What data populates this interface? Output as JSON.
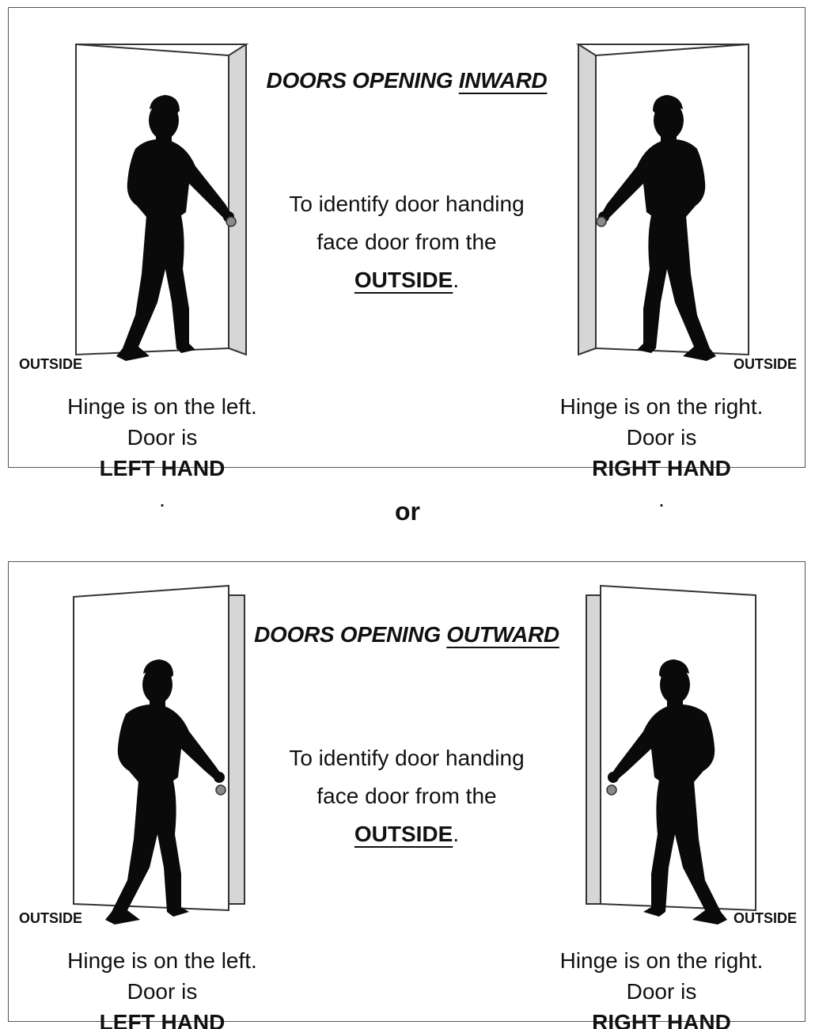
{
  "panels": {
    "inward": {
      "heading_prefix": "DOORS OPENING ",
      "heading_emph": "INWARD",
      "instr_line1": "To identify door handing",
      "instr_line2": "face door from the",
      "instr_emph": "OUTSIDE",
      "instr_period": ".",
      "outside_left": "OUTSIDE",
      "outside_right": "OUTSIDE",
      "left_caption_line1": "Hinge is on the left.",
      "left_caption_prefix": "Door is ",
      "left_caption_bold": "LEFT HAND",
      "left_caption_end": ".",
      "right_caption_line1": "Hinge is on the right.",
      "right_caption_prefix": "Door is ",
      "right_caption_bold": "RIGHT HAND",
      "right_caption_end": "."
    },
    "outward": {
      "heading_prefix": "DOORS OPENING ",
      "heading_emph": "OUTWARD",
      "instr_line1": "To identify door handing",
      "instr_line2": "face door from the",
      "instr_emph": "OUTSIDE",
      "instr_period": ".",
      "outside_left": "OUTSIDE",
      "outside_right": "OUTSIDE",
      "left_caption_line1": "Hinge is on the left.",
      "left_caption_prefix": "Door is ",
      "left_caption_bold": "LEFT HAND",
      "left_caption_end": ".",
      "right_caption_line1": "Hinge is on the right.",
      "right_caption_prefix": "Door is ",
      "right_caption_bold": "RIGHT HAND",
      "right_caption_end": "."
    }
  },
  "separator": "or",
  "colors": {
    "silhouette": "#0a0a0a",
    "door_edge": "#d6d6d6",
    "knob": "#8a8a8a",
    "border": "#555555"
  }
}
